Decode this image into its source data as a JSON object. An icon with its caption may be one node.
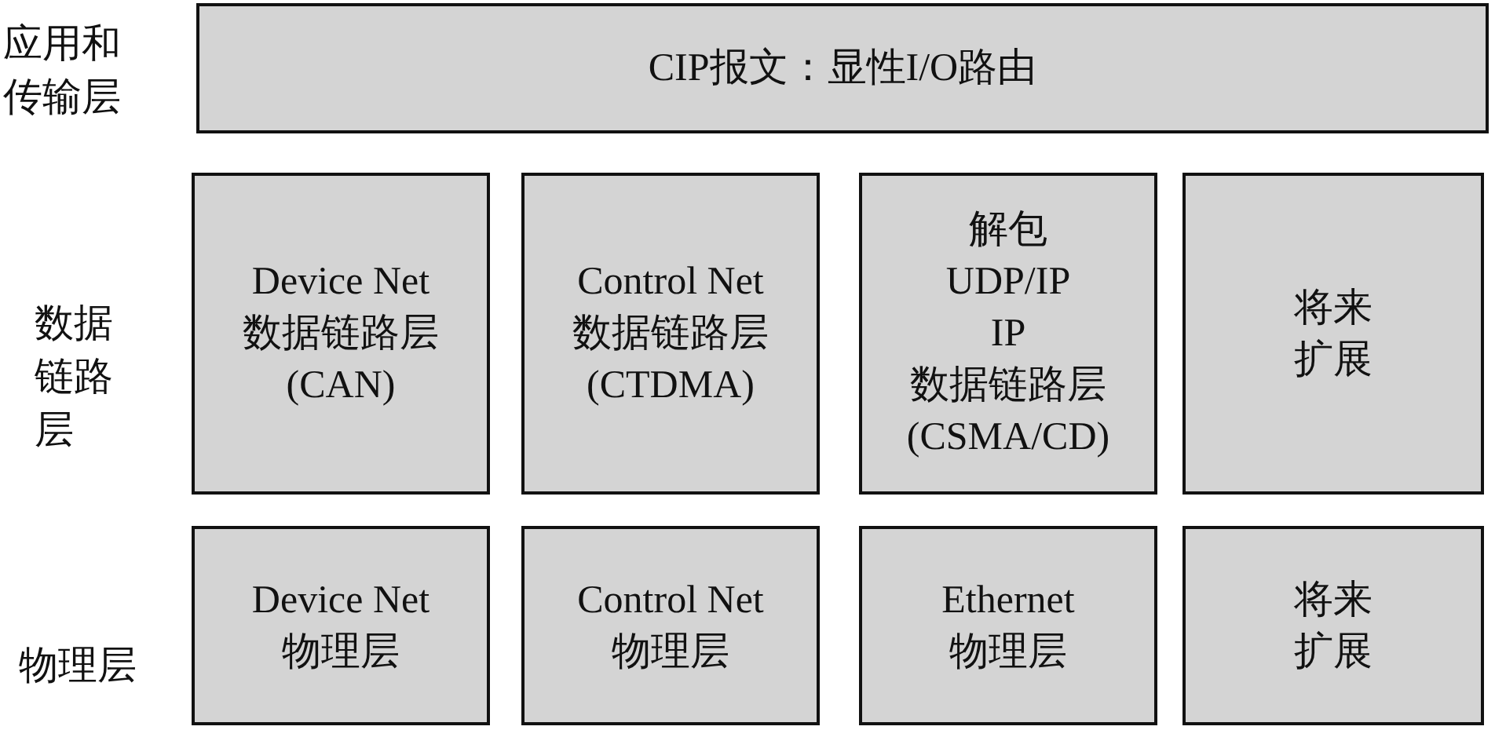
{
  "diagram": {
    "nodes": [
      {
        "text": [
          "CIP报文：显性I/O路由"
        ]
      },
      {
        "text": [
          "Device Net",
          "数据链路层",
          "(CAN)"
        ]
      },
      {
        "text": [
          "Control Net",
          "数据链路层",
          "(CTDMA)"
        ]
      },
      {
        "text": [
          "解包",
          "UDP/IP",
          "IP",
          "数据链路层",
          "(CSMA/CD)"
        ]
      },
      {
        "text": [
          "将来",
          "扩展"
        ]
      },
      {
        "text": [
          "Device Net",
          "物理层"
        ]
      },
      {
        "text": [
          "Control Net",
          "物理层"
        ]
      },
      {
        "text": [
          "Ethernet",
          "物理层"
        ]
      },
      {
        "text": [
          "将来",
          "扩展"
        ]
      }
    ],
    "labels": [
      "应用和传输层",
      "数据链路层",
      "物理层"
    ]
  }
}
